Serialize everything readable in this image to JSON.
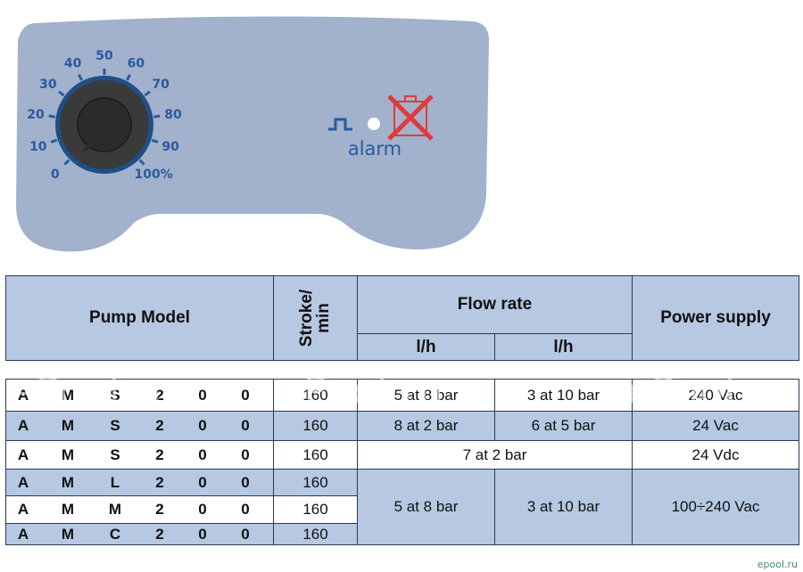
{
  "panel": {
    "dial": {
      "value_percent": 0,
      "scale_labels": [
        "0",
        "10",
        "20",
        "30",
        "40",
        "50",
        "60",
        "70",
        "80",
        "90",
        "100%"
      ]
    },
    "alarm": {
      "label": "alarm",
      "pulse_icon": "square-pulse-icon",
      "led_icon": "status-led-icon",
      "tank_icon": "crossed-tank-icon"
    },
    "colors": {
      "panel": "#a2b1cc",
      "accent": "#2a5a9e",
      "cross": "#e03a3a"
    }
  },
  "table": {
    "header": {
      "model": "Pump Model",
      "stroke": "Stroke/\nmin",
      "flow": "Flow rate",
      "flow_unit_1": "l/h",
      "flow_unit_2": "l/h",
      "power": "Power supply"
    },
    "rows": [
      {
        "model": [
          "A",
          "M",
          "S",
          "2",
          "0",
          "0"
        ],
        "stroke": "160"
      },
      {
        "model": [
          "A",
          "M",
          "S",
          "2",
          "0",
          "0"
        ],
        "stroke": "160"
      },
      {
        "model": [
          "A",
          "M",
          "S",
          "2",
          "0",
          "0"
        ],
        "stroke": "160"
      },
      {
        "model": [
          "A",
          "M",
          "L",
          "2",
          "0",
          "0"
        ],
        "stroke": "160"
      },
      {
        "model": [
          "A",
          "M",
          "M",
          "2",
          "0",
          "0"
        ],
        "stroke": "160"
      },
      {
        "model": [
          "A",
          "M",
          "C",
          "2",
          "0",
          "0"
        ],
        "stroke": "160"
      }
    ],
    "flow_cells": {
      "r1_a": "5 at 8 bar",
      "r1_b": "3 at 10 bar",
      "r1_p": "240 Vac",
      "r2_a": "8 at 2 bar",
      "r2_b": "6 at 5 bar",
      "r2_p": "24 Vac",
      "r3_ab": "7 at 2 bar",
      "r3_p": "24 Vdc",
      "g_a": "5 at 8 bar",
      "g_b": "3 at 10 bar",
      "g_p": "100÷240 Vac"
    }
  },
  "watermark": "ePool.ru",
  "footer_logo": "epool.ru"
}
